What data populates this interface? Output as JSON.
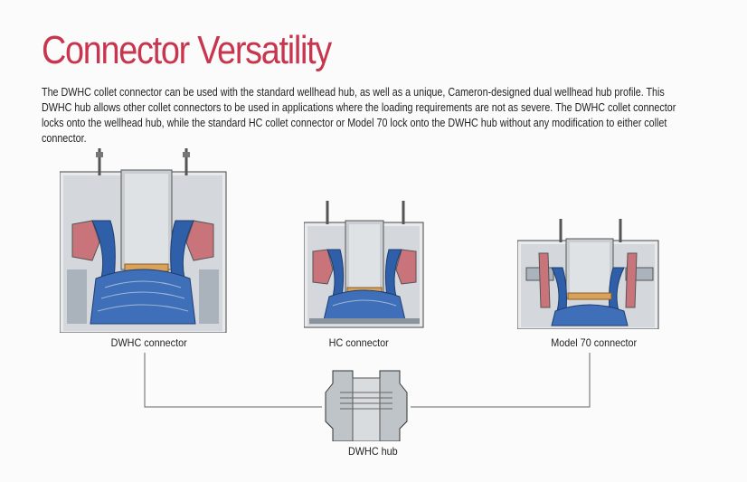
{
  "title": "Connector Versatility",
  "intro": "The DWHC collet connector can be used with the standard wellhead hub, as well as a unique, Cameron-designed dual wellhead hub profile. This DWHC hub allows other collet connectors to be used in applications where the loading requirements are not as severe. The DWHC collet connector locks onto the wellhead hub, while the standard HC collet connector or Model 70 lock onto the DWHC hub without any modification to either collet connector.",
  "figures": {
    "dwhc_connector": "DWHC connector",
    "hc_connector": "HC connector",
    "model70_connector": "Model 70 connector",
    "dwhc_hub": "DWHC hub"
  },
  "colors": {
    "title": "#c8354e",
    "blue_collet": "#2f5fa8",
    "red_segment": "#c9747a",
    "bronze_ring": "#d9a25a",
    "body_gray": "#b9c0c7",
    "mandrel_gray": "#c9cdd1"
  }
}
